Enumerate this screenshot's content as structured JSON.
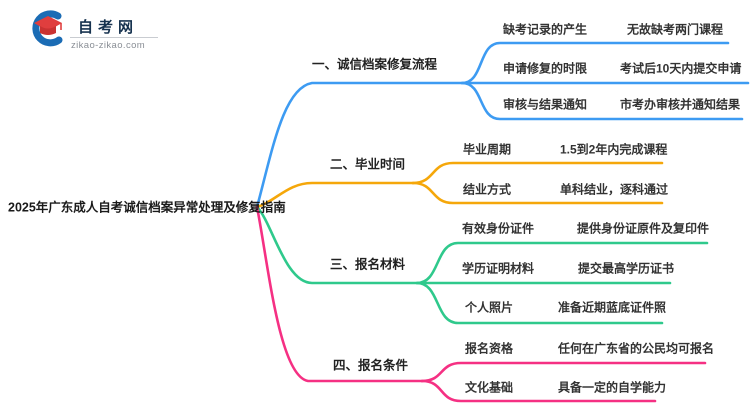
{
  "logo": {
    "site_name": "自考网",
    "site_url": "zikao-zikao.com"
  },
  "center": {
    "title": "2025年广东成人自考诚信档案异常处理及修复指南"
  },
  "colors": {
    "branch1": "#3d9bf2",
    "branch2": "#f5a70a",
    "branch3": "#2fc98c",
    "bran4_note": "",
    "branch4": "#f53083",
    "logo_blue": "#1b6cb5",
    "logo_red": "#e03e3e",
    "title_text": "#1a1a1a"
  },
  "branches": [
    {
      "label": "一、诚信档案修复流程",
      "color": "#3d9bf2",
      "children": [
        {
          "label": "缺考记录的产生",
          "value": "无故缺考两门课程"
        },
        {
          "label": "申请修复的时限",
          "value": "考试后10天内提交申请"
        },
        {
          "label": "审核与结果通知",
          "value": "市考办审核并通知结果"
        }
      ]
    },
    {
      "label": "二、毕业时间",
      "color": "#f5a70a",
      "children": [
        {
          "label": "毕业周期",
          "value": "1.5到2年内完成课程"
        },
        {
          "label": "结业方式",
          "value": "单科结业，逐科通过"
        }
      ]
    },
    {
      "label": "三、报名材料",
      "color": "#2fc98c",
      "children": [
        {
          "label": "有效身份证件",
          "value": "提供身份证原件及复印件"
        },
        {
          "label": "学历证明材料",
          "value": "提交最高学历证书"
        },
        {
          "label": "个人照片",
          "value": "准备近期蓝底证件照"
        }
      ]
    },
    {
      "label": "四、报名条件",
      "color": "#f53083",
      "children": [
        {
          "label": "报名资格",
          "value": "任何在广东省的公民均可报名"
        },
        {
          "label": "文化基础",
          "value": "具备一定的自学能力"
        }
      ]
    }
  ]
}
